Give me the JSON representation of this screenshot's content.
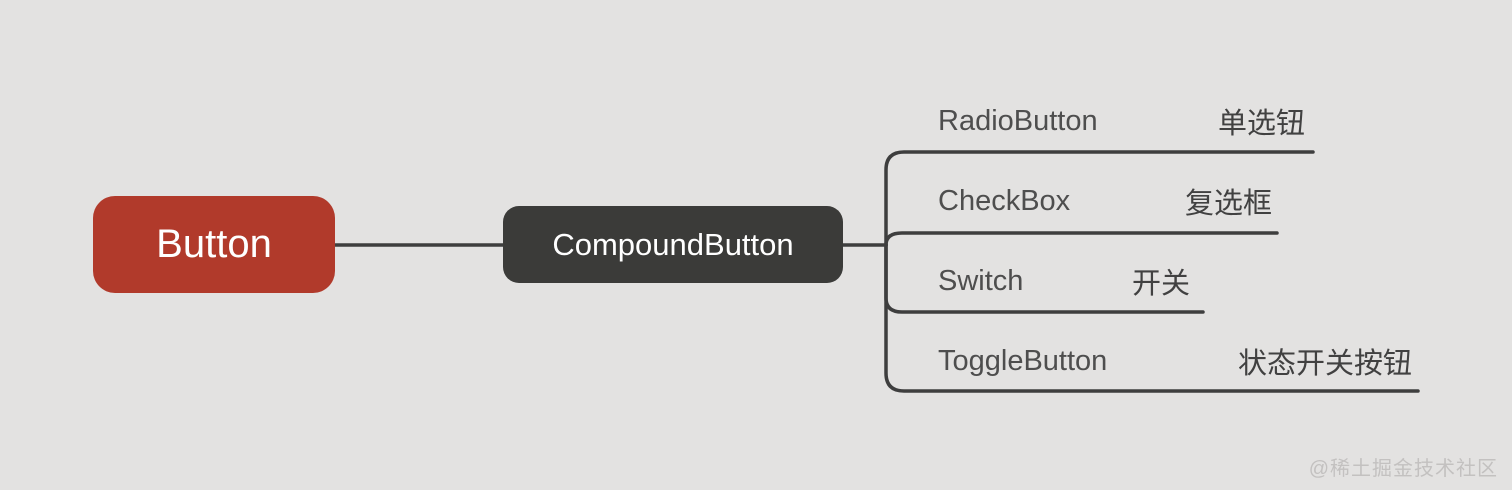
{
  "canvas": {
    "background_color": "#e3e2e1",
    "line_color": "#3e3e3e"
  },
  "root_node": {
    "label": "Button",
    "background_color": "#b13a2b",
    "text_color": "#ffffff"
  },
  "parent_node": {
    "label": "CompoundButton",
    "background_color": "#3b3b39",
    "text_color": "#ffffff"
  },
  "branches": [
    {
      "label": "RadioButton",
      "label_zh": "单选钮"
    },
    {
      "label": "CheckBox",
      "label_zh": "复选框"
    },
    {
      "label": "Switch",
      "label_zh": "开关"
    },
    {
      "label": "ToggleButton",
      "label_zh": "状态开关按钮"
    }
  ],
  "watermark": {
    "label": "@稀土掘金技术社区",
    "color": "#c3c1c0"
  }
}
